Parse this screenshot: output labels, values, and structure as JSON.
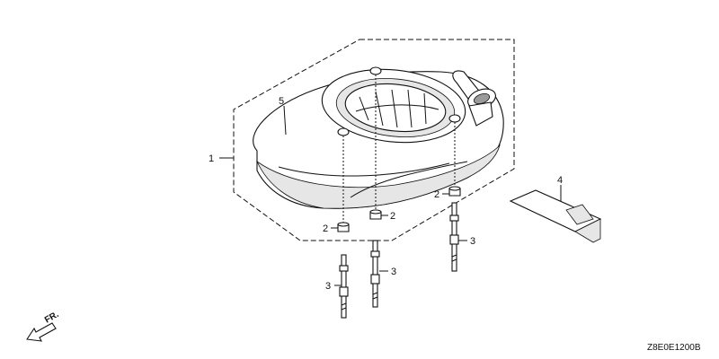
{
  "diagram": {
    "drawing_code": "Z8E0E1200B",
    "direction_label": "FR.",
    "callouts": {
      "c1": "1",
      "c2a": "2",
      "c2b": "2",
      "c2c": "2",
      "c3a": "3",
      "c3b": "3",
      "c3c": "3",
      "c4": "4",
      "c5": "5"
    }
  }
}
